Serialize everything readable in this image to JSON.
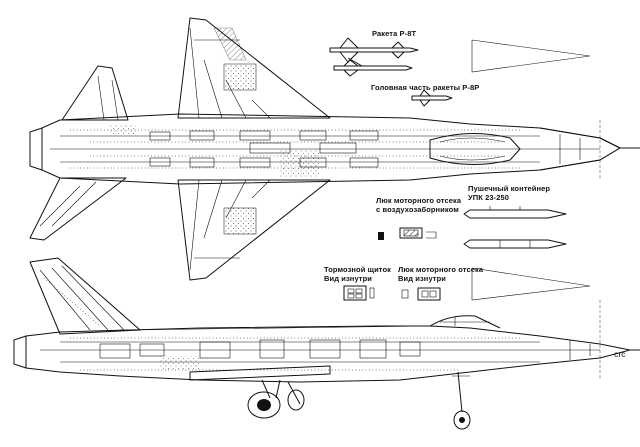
{
  "labels": {
    "missile_r8t": "Ракета Р-8Т",
    "missile_r8r_head": "Головная часть ракеты Р-8Р",
    "gun_pod": "Пушечный контейнер\nУПК 23-250",
    "engine_hatch_top": "Люк моторного отсека\nс воздухозаборником",
    "air_brake": "Тормозной щиток\nВид изнутри",
    "engine_hatch_side": "Люк моторного отсека\nВид изнутри",
    "signature": "crc"
  },
  "colors": {
    "ink": "#111111",
    "paper": "#ffffff"
  }
}
